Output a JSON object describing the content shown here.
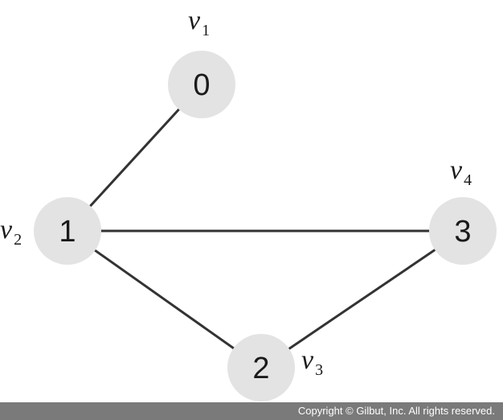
{
  "graph": {
    "nodes": [
      {
        "id": "0",
        "label": "0",
        "var": "v",
        "sub": "1"
      },
      {
        "id": "1",
        "label": "1",
        "var": "v",
        "sub": "2"
      },
      {
        "id": "2",
        "label": "2",
        "var": "v",
        "sub": "3"
      },
      {
        "id": "3",
        "label": "3",
        "var": "v",
        "sub": "4"
      }
    ],
    "edges": [
      [
        "0",
        "1"
      ],
      [
        "1",
        "3"
      ],
      [
        "1",
        "2"
      ],
      [
        "2",
        "3"
      ]
    ],
    "colors": {
      "node_fill": "#e3e3e3",
      "edge": "#333333",
      "footer_bg": "#7a7a7a"
    }
  },
  "footer": {
    "copyright": "Copyright © Gilbut, Inc. All rights reserved."
  }
}
